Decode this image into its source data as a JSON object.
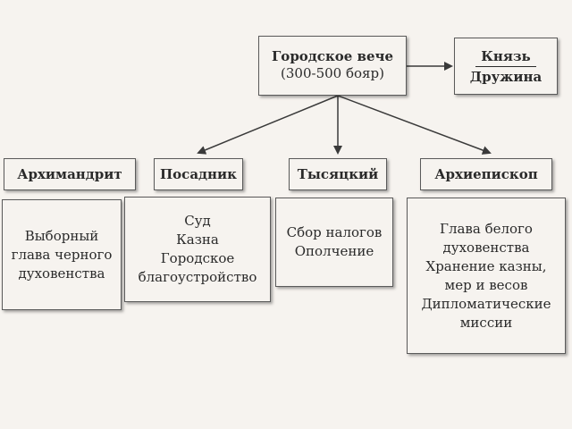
{
  "veche": {
    "title": "Городское вече",
    "subtitle": "(300-500 бояр)"
  },
  "prince": {
    "top": "Князь",
    "bottom": "Дружина"
  },
  "officials": [
    {
      "name": "Архимандрит",
      "duties": [
        "Выборный",
        "глава черного",
        "духовенства"
      ]
    },
    {
      "name": "Посадник",
      "duties": [
        "Суд",
        "Казна",
        "Городское",
        "благоустройство"
      ]
    },
    {
      "name": "Тысяцкий",
      "duties": [
        "Сбор налогов",
        "Ополчение"
      ]
    },
    {
      "name": "Архиепископ",
      "duties": [
        "Глава белого",
        "духовенства",
        "Хранение казны,",
        "мер и весов",
        "Дипломатические",
        "миссии"
      ]
    }
  ],
  "colors": {
    "background": "#f6f3ef",
    "border": "#5a5a5a",
    "text": "#2a2a2a"
  }
}
